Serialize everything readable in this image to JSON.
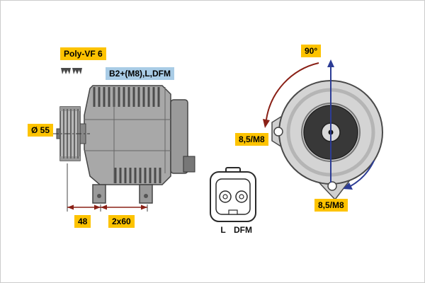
{
  "side_view": {
    "belt_type": "Poly-VF 6",
    "terminals": "B2+(M8),L,DFM",
    "pulley_diameter": "Ø 55",
    "dim_pulley_to_foot": "48",
    "dim_feet_spacing": "2x60"
  },
  "front_view": {
    "rotation_angle": "90°",
    "mount_hole_left": "8,5/M8",
    "mount_hole_bottom": "8,5/M8"
  },
  "connector": {
    "pin_left": "L",
    "pin_right": "DFM"
  },
  "colors": {
    "label_yellow": "#fdc300",
    "label_blue": "#a9cce6",
    "dimension_red": "#8a2016",
    "axis_blue": "#2c3c95",
    "body_gray": "#a8a8a8"
  }
}
